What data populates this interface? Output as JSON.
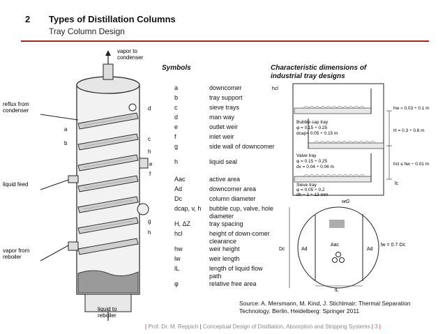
{
  "header": {
    "number": "2",
    "title": "Types of Distillation Columns",
    "subtitle": "Tray Column Design"
  },
  "left_figure": {
    "labels": {
      "vapor_to_condenser": [
        "vapor to",
        "condenser"
      ],
      "reflux": [
        "reflux from",
        "condenser"
      ],
      "liquid_feed": "liquid feed",
      "vapor_from_reboiler": [
        "vapor from",
        "reboiler"
      ],
      "liquid_to_reboiler": [
        "liquid to",
        "reboiler"
      ],
      "letters_left": [
        "a",
        "b"
      ],
      "letters_right": [
        "d",
        "c",
        "h",
        "e",
        "f",
        "g",
        "h"
      ]
    }
  },
  "symbols": {
    "title": "Symbols",
    "rows": [
      {
        "sym": "a",
        "desc": "downcomer"
      },
      {
        "sym": "b",
        "desc": "tray support"
      },
      {
        "sym": "c",
        "desc": "sieve trays"
      },
      {
        "sym": "d",
        "desc": "man way"
      },
      {
        "sym": "e",
        "desc": "outlet weir"
      },
      {
        "sym": "f",
        "desc": "inlet weir"
      },
      {
        "sym": "g",
        "desc": "side wall of downcomer"
      },
      {
        "sym": "h",
        "desc": "liquid seal"
      },
      {
        "sym": "Aac",
        "desc": "active area"
      },
      {
        "sym": "Ad",
        "desc": "downcomer area"
      },
      {
        "sym": "Dc",
        "desc": "column diameter"
      },
      {
        "sym": "dcap, v, h",
        "desc": "bubble cup, valve, hole diameter"
      },
      {
        "sym": "H, ΔZ",
        "desc": "tray spacing"
      },
      {
        "sym": "hcl",
        "desc": "height of down-comer clearance"
      },
      {
        "sym": "hw",
        "desc": "weir height"
      },
      {
        "sym": "lw",
        "desc": "weir length"
      },
      {
        "sym": "lL",
        "desc": "length of liquid flow path"
      },
      {
        "sym": "φ",
        "desc": "relative free area"
      }
    ]
  },
  "dimensions": {
    "title": "Characteristic dimensions of industrial tray designs",
    "bubble_cap": [
      "Bubble cap tray",
      "φ  = 0.15 ÷ 0.25",
      "dcap= 0.05 ÷ 0.15 m"
    ],
    "valve": [
      "Valve tray",
      "φ  = 0.15 ÷ 0.25",
      "dv  = 0.04 ÷ 0.06 m"
    ],
    "sieve": [
      "Sieve tray",
      "φ  = 0.05 ÷ 0.2",
      "dh  = 1 ÷ 13 mm"
    ],
    "right_notes": [
      "hw ≈ 0.03 ÷ 0.1 m",
      "H = 0.3 ÷ 0.6 m",
      "hcl ≤ hw − 0.01 m"
    ],
    "hcl_label": "hcl",
    "wg": "wG",
    "lc": "lc",
    "plan": {
      "dc": "Dc",
      "ad1": "Ad",
      "aac": "Aac",
      "ad2": "Ad",
      "lw": "lw = 0.7·Dc",
      "ll": "lL"
    }
  },
  "source": "Source: A. Mersmann, M. Kind, J. Stichlmair: Thermal Separation Technology. Berlin, Heidelberg: Springer 2011",
  "footer": {
    "author": "Prof. Dr. M. Reppich",
    "course": "Conceptual Design of Distillation, Absorption and Stripping Systems",
    "page": "3"
  }
}
